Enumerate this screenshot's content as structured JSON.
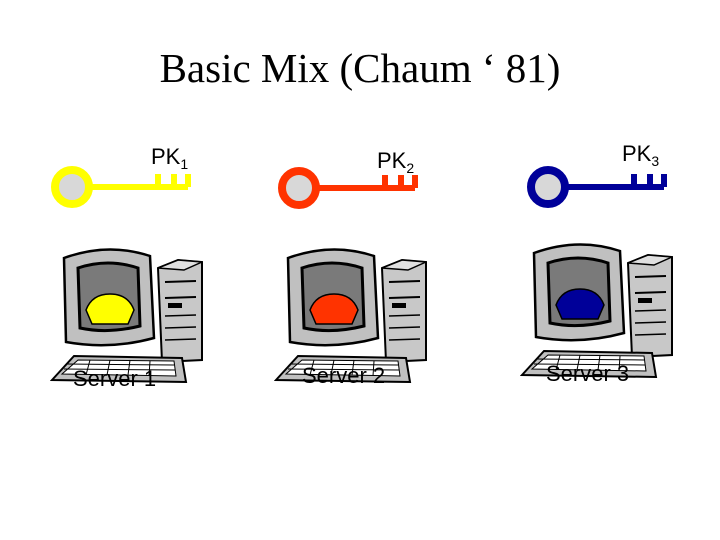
{
  "title": "Basic Mix (Chaum ‘ 81)",
  "servers": [
    {
      "key_label": "PK",
      "key_sub": "1",
      "key_color": "#ffff00",
      "server_label": "Server 1"
    },
    {
      "key_label": "PK",
      "key_sub": "2",
      "key_color": "#ff3300",
      "server_label": "Server 2"
    },
    {
      "key_label": "PK",
      "key_sub": "3",
      "key_color": "#000099",
      "server_label": "Server 3"
    }
  ],
  "colors": {
    "computer_body": "#c0c0c0",
    "screen": "#808080",
    "outline": "#000000",
    "key_bow_fill": "#d8d8d8"
  }
}
